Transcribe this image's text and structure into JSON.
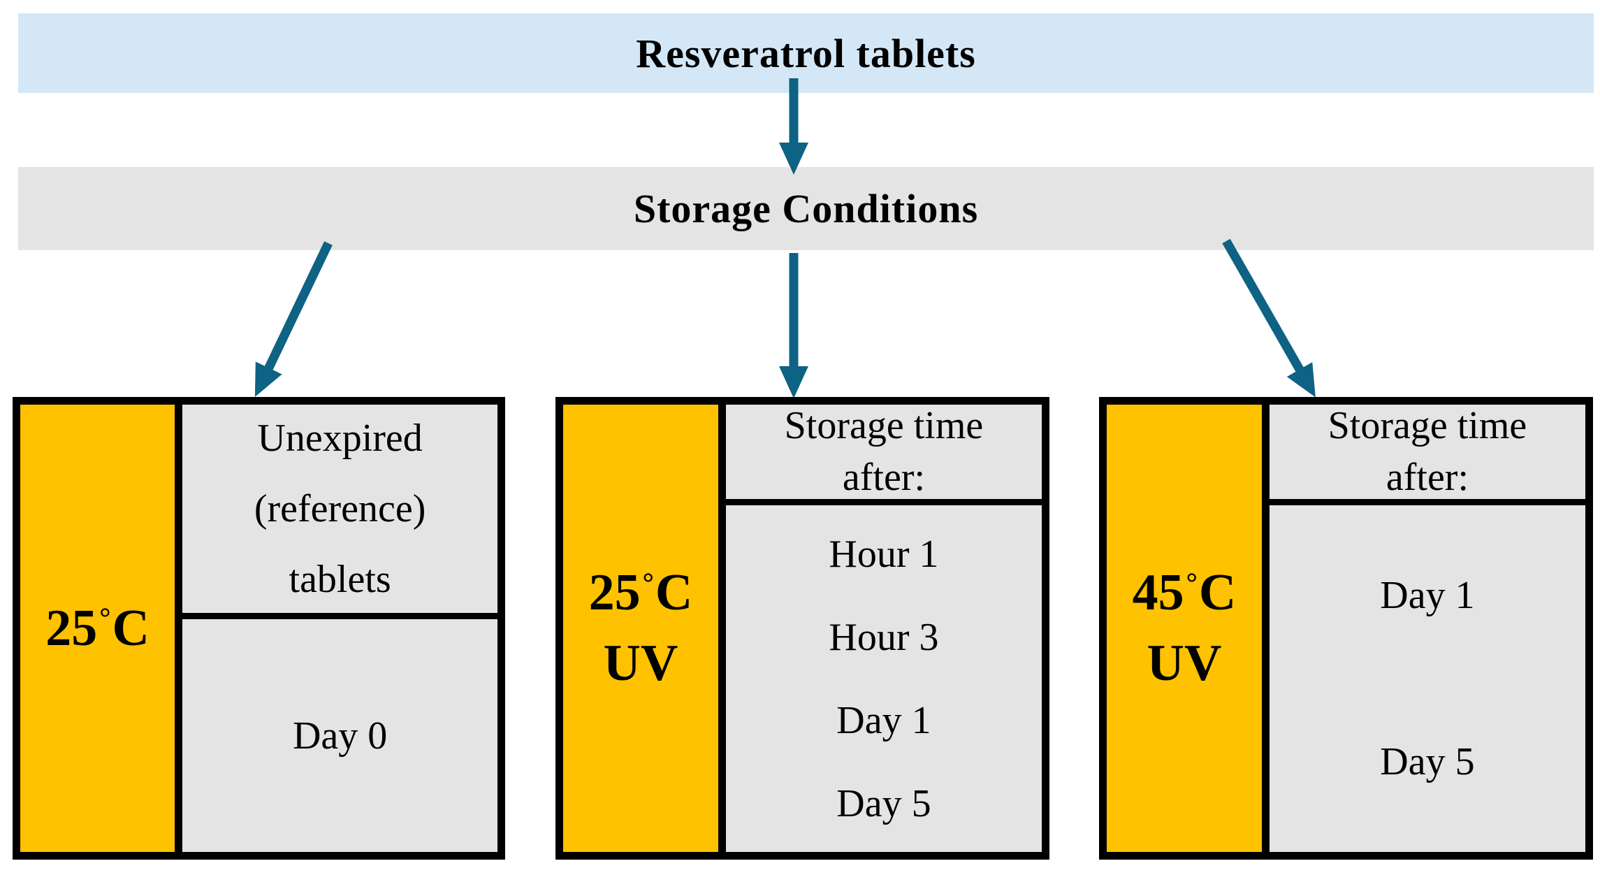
{
  "title_banner": {
    "label": "Resveratrol tablets"
  },
  "storage_banner": {
    "label": "Storage Conditions"
  },
  "colors": {
    "banner_blue": "#d4e7f6",
    "band_gray": "#e4e4e4",
    "cell_gray": "#e4e4e4",
    "accent_yellow": "#ffc200",
    "arrow_teal": "#0e6284",
    "border_black": "#000000"
  },
  "boxes": [
    {
      "condition": {
        "value": "25",
        "degree": "°",
        "unit": "C",
        "uv": ""
      },
      "header_lines": [
        "Unexpired",
        "(reference)",
        "tablets"
      ],
      "items": [
        "Day 0"
      ]
    },
    {
      "condition": {
        "value": "25",
        "degree": "°",
        "unit": "C",
        "uv": "UV"
      },
      "header_lines": [
        "Storage time",
        "after:"
      ],
      "items": [
        "Hour 1",
        "Hour 3",
        "Day 1",
        "Day 5"
      ]
    },
    {
      "condition": {
        "value": "45",
        "degree": "°",
        "unit": "C",
        "uv": "UV"
      },
      "header_lines": [
        "Storage time",
        "after:"
      ],
      "items": [
        "Day 1",
        "Day 5"
      ]
    }
  ]
}
